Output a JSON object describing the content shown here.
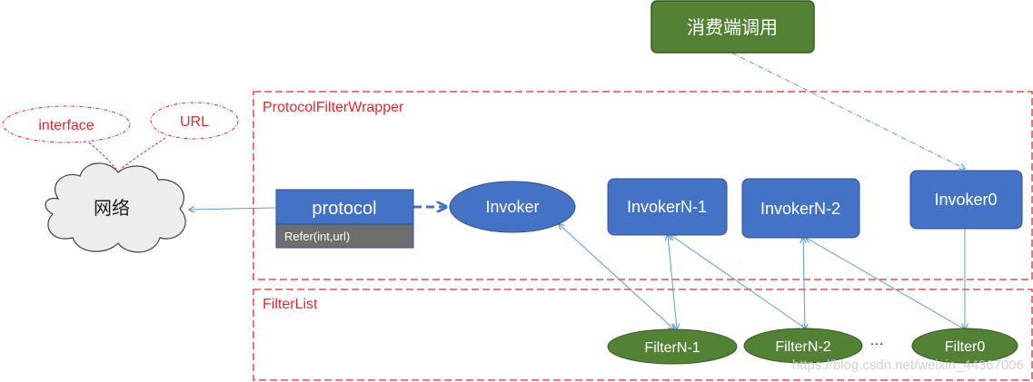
{
  "nodes": {
    "consumer_call": "消费端调用",
    "network": "网络",
    "interface_bubble": "interface",
    "url_bubble": "URL",
    "protocol": "protocol",
    "protocol_method": "Refer(int,url)",
    "invoker": "Invoker",
    "invoker_n1": "InvokerN-1",
    "invoker_n2": "InvokerN-2",
    "invoker0": "Invoker0",
    "filter_n1": "FilterN-1",
    "filter_n2": "FilterN-2",
    "filter_ellipsis": "…",
    "filter0": "Filter0"
  },
  "groups": {
    "wrapper": "ProtocolFilterWrapper",
    "filter_list": "FilterList"
  },
  "watermark": "https://blog.csdn.net/weixin_44367006",
  "colors": {
    "blue_fill": "#4472C4",
    "blue_stroke": "#2F528F",
    "green_fill": "#548235",
    "green_stroke": "#385723",
    "red_dash": "#E8262A",
    "method_fill": "#6E6E6E",
    "cloud_fill": "#EDEDED",
    "line_blue": "#5B9BD5"
  },
  "icons": {
    "network": "cloud-shape",
    "interface_bubble": "thought-bubble",
    "url_bubble": "thought-bubble"
  }
}
